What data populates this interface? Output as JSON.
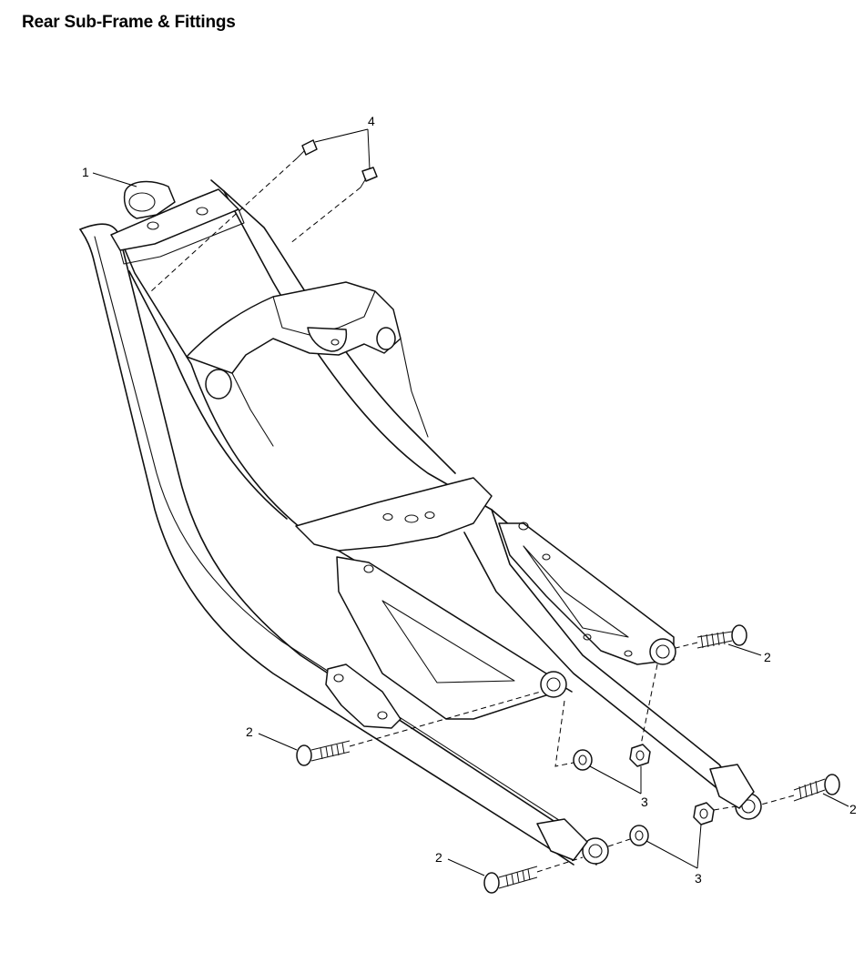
{
  "title": "Rear Sub-Frame & Fittings",
  "callouts": [
    {
      "id": "c1",
      "label": "1"
    },
    {
      "id": "c4",
      "label": "4"
    },
    {
      "id": "c2a",
      "label": "2"
    },
    {
      "id": "c2b",
      "label": "2"
    },
    {
      "id": "c2c",
      "label": "2"
    },
    {
      "id": "c2d",
      "label": "2"
    },
    {
      "id": "c3a",
      "label": "3"
    },
    {
      "id": "c3b",
      "label": "3"
    }
  ]
}
